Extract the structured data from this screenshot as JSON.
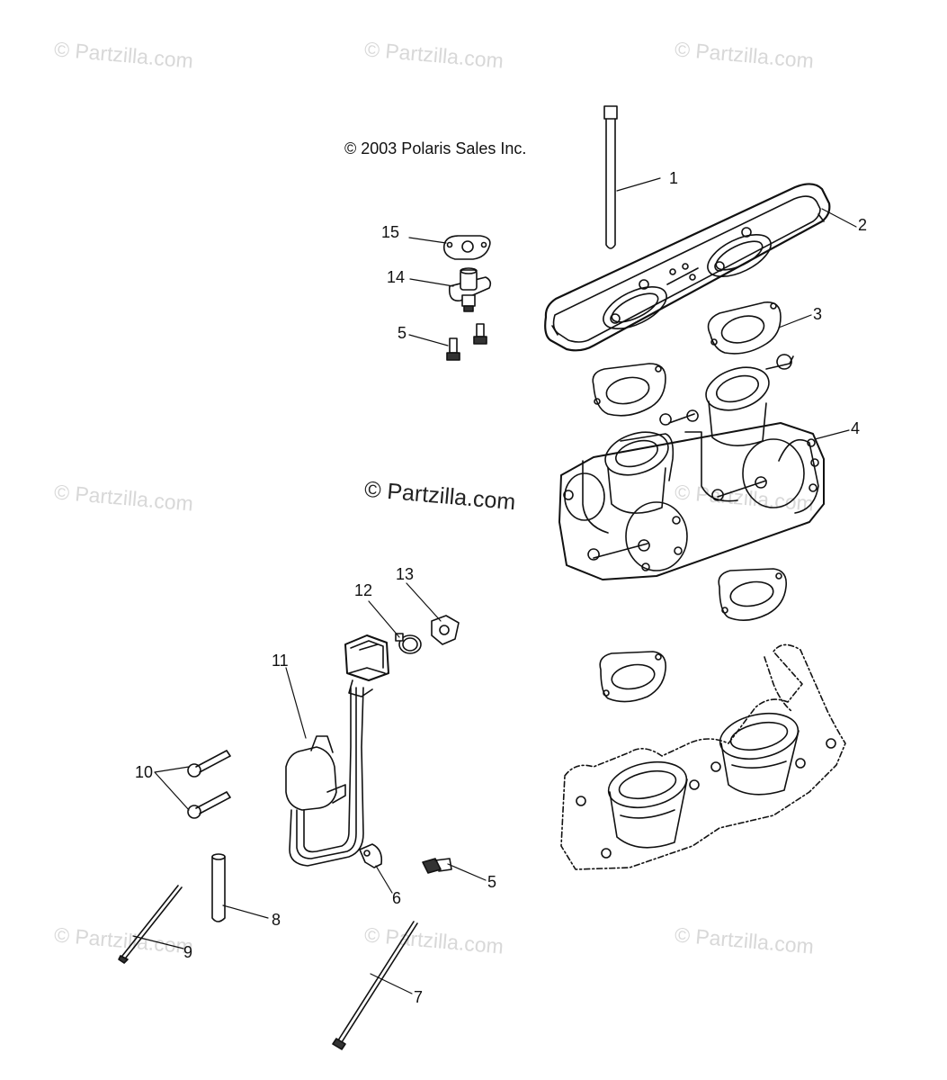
{
  "copyright": "© 2003 Polaris Sales Inc.",
  "watermark": "© Partzilla.com",
  "callouts": [
    "1",
    "2",
    "3",
    "4",
    "5",
    "5",
    "6",
    "7",
    "8",
    "9",
    "10",
    "11",
    "12",
    "13",
    "14",
    "15"
  ]
}
